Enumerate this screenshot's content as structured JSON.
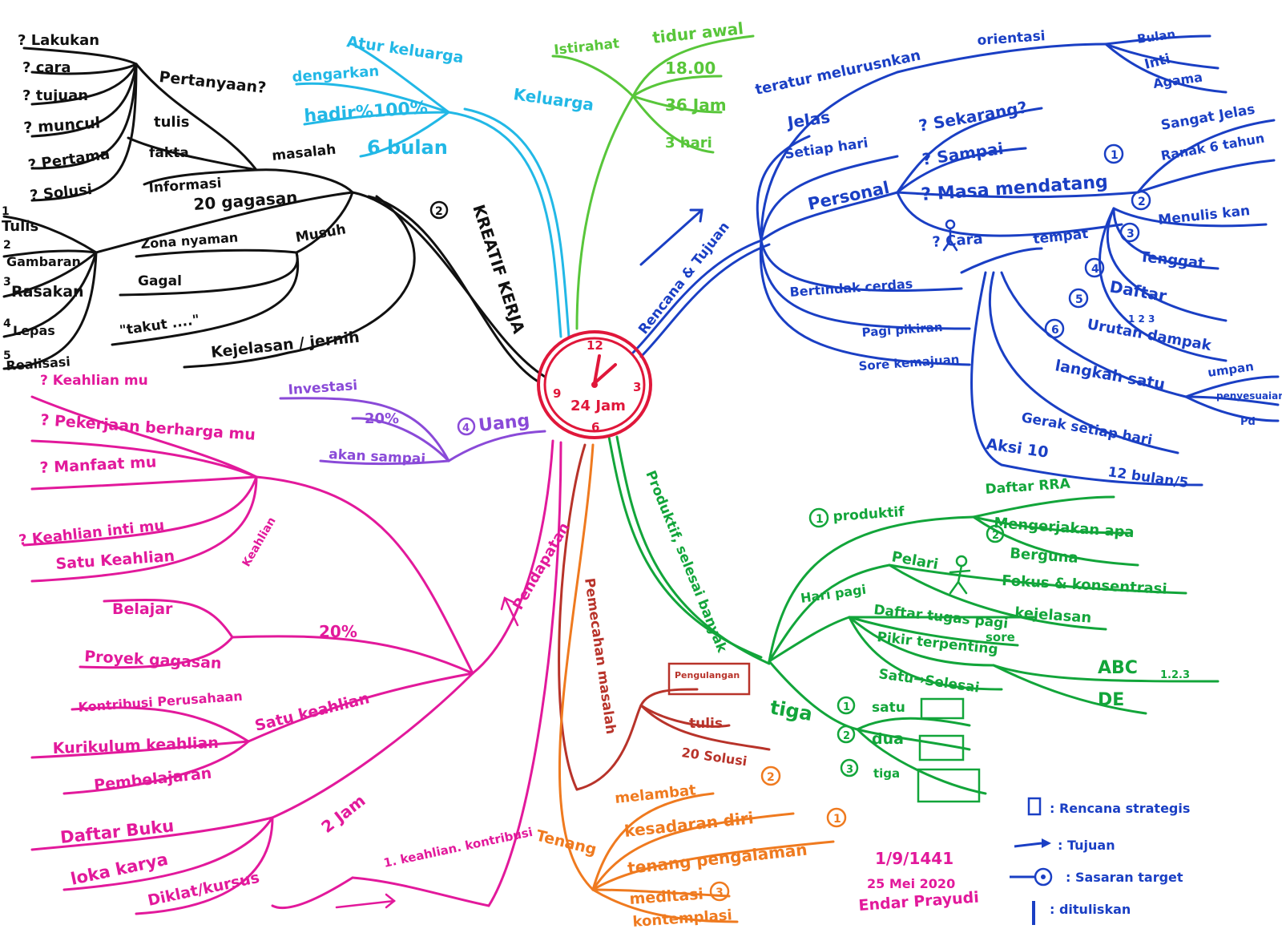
{
  "center": {
    "label": "24 Jam",
    "clock_numbers": [
      "12",
      "3",
      "6",
      "9"
    ]
  },
  "colors": {
    "center": "#e0173a",
    "keluarga": "#22b8e6",
    "istirahat": "#58c63a",
    "rencana": "#1a3fc4",
    "kreatif": "#111111",
    "uang": "#8a4ad8",
    "pendapatan": "#e2199b",
    "pemecahan": "#b8332a",
    "tenang": "#ef7a1f",
    "produktif": "#12a53a"
  },
  "keluarga": {
    "title": "Keluarga",
    "items": [
      "Atur keluarga",
      "dengarkan",
      "hadir%100%",
      "6 bulan"
    ]
  },
  "istirahat": {
    "title": "Istirahat",
    "items": [
      "tidur awal",
      "18.00",
      "36 Jam",
      "3 hari"
    ]
  },
  "kreatif": {
    "title": "KREATIF KERJA",
    "number": "2",
    "masalah": "masalah",
    "pertanyaan": "Pertanyaan?",
    "questions": [
      "? Lakukan",
      "? cara",
      "? tujuan",
      "? muncul",
      "? Pertama",
      "? Solusi"
    ],
    "sub": [
      "tulis",
      "fakta",
      "Informasi"
    ],
    "gagasan": "20 gagasan",
    "steps": [
      {
        "n": "1",
        "label": "Tulis"
      },
      {
        "n": "2",
        "label": "Gambaran"
      },
      {
        "n": "3",
        "label": "Rasakan"
      },
      {
        "n": "4",
        "label": "Lepas"
      },
      {
        "n": "5",
        "label": "Realisasi"
      }
    ],
    "musuh": "Musuh",
    "musuh_items": [
      "Zona nyaman",
      "Gagal",
      "\"takut ....\""
    ],
    "kejelasan": "Kejelasan / jernih"
  },
  "uang": {
    "title": "Uang",
    "number": "4",
    "items": [
      "Investasi",
      "20%",
      "akan sampai"
    ]
  },
  "pendapatan": {
    "title": "Pendapatan",
    "keahlian": [
      "? Keahlian mu",
      "? Pekerjaan berharga mu",
      "? Manfaat mu",
      "? Keahlian inti mu",
      "Satu Keahlian",
      "Keahlian"
    ],
    "twenty": "20%",
    "twenty_items": [
      "Belajar",
      "Proyek gagasan"
    ],
    "satu": "Satu keahlian",
    "satu_items": [
      "Kontribusi Perusahaan",
      "Kurikulum keahlian",
      "Pembelajaran"
    ],
    "dua_jam": "2 Jam",
    "dua_items": [
      "Daftar Buku",
      "loka karya",
      "Diklat/kursus"
    ],
    "kontribusi": "1. keahlian. kontribusi"
  },
  "pemecahan": {
    "title": "Pemecahan masalah",
    "items": [
      "Pengulangan",
      "tulis",
      "20 Solusi"
    ],
    "number": "2"
  },
  "tenang": {
    "title": "Tenang",
    "items": [
      "melambat",
      "kesadaran diri",
      "tenang pengalaman",
      "meditasi",
      "kontemplasi"
    ],
    "n1": "1",
    "n3": "3"
  },
  "produktif": {
    "title": "Produktif, selesai banyak",
    "produktif": "produktif",
    "n1": "1",
    "daftar": "Daftar RRA",
    "daftar_items": [
      "Mengerjakan apa",
      "Berguna"
    ],
    "n2": "2",
    "pelari": "Pelari",
    "fokus": "Fokus & konsentrasi",
    "kejelasan": "kejelasan",
    "haripagi": "Hari pagi",
    "tugas": "Daftar tugas pagi",
    "sore": "sore",
    "terpenting": "Pikir terpenting",
    "satu": "Satu→Selesai",
    "abc": "ABC",
    "abc_nums": "1.2.3",
    "de": "DE",
    "tiga": "tiga",
    "tiga_items": [
      {
        "n": "1",
        "label": "satu"
      },
      {
        "n": "2",
        "label": "dua"
      },
      {
        "n": "3",
        "label": "tiga"
      }
    ]
  },
  "rencana": {
    "title": "Rencana & Tujuan",
    "teratur": "teratur melurusnkan",
    "orientasi": "orientasi",
    "orient_items": [
      "Bulan",
      "Inti",
      "Agama"
    ],
    "jelas": "Jelas",
    "setiap": "Setiap hari",
    "personal": "Personal",
    "sekarang": "? Sekarang?",
    "sampai": "? Sampai",
    "masa": "? Masa mendatang",
    "n1": "1",
    "cara": "? Cara",
    "tempat": "tempat",
    "sangat": "Sangat Jelas",
    "ranak": "Ranak 6 tahun",
    "n2": "2",
    "menulis": "Menulis kan",
    "n3": "3",
    "tenggat": "Tenggat",
    "n4": "4",
    "daftar": "Daftar",
    "urutan_nums": "1 2 3",
    "n5": "5",
    "urutan": "Urutan dampak",
    "n6": "6",
    "langkah": "langkah satu",
    "gerak": "Gerak setiap hari",
    "umpan": "umpan",
    "penyesuaian": "penyesuaian",
    "pd": "Pd",
    "bertindak": "Bertindak cerdas",
    "pagi": "Pagi pikiran",
    "sorek": "Sore kemajuan",
    "aksi": "Aksi 10",
    "bulan": "12 bulan/5"
  },
  "legend": {
    "items": [
      ": Rencana strategis",
      ": Tujuan",
      ": Sasaran target",
      ": dituliskan"
    ]
  },
  "signature": {
    "lines": [
      "1/9/1441",
      "25 Mei 2020",
      "Endar Prayudi"
    ]
  }
}
